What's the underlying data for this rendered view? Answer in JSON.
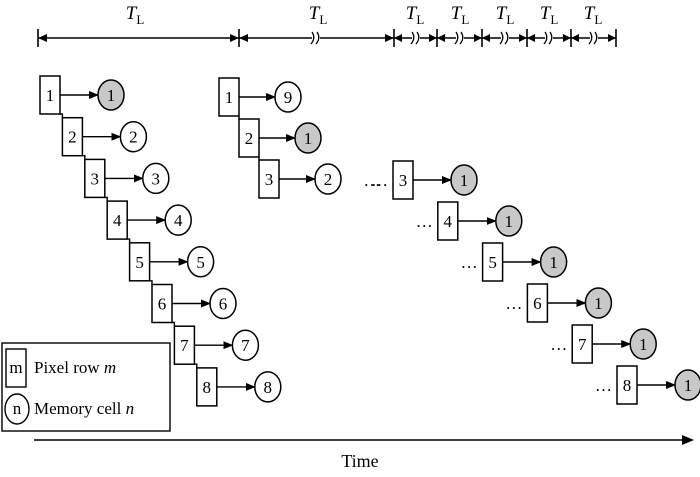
{
  "period_label": "T",
  "period_subscript": "L",
  "axis_label": "Time",
  "ellipsis": "…",
  "legend": {
    "pixel_symbol": "m",
    "pixel_text": "Pixel row",
    "pixel_var": "m",
    "memory_symbol": "n",
    "memory_text": "Memory cell",
    "memory_var": "n"
  },
  "colors": {
    "line": "#000000",
    "highlight_fill": "#c8c8c8",
    "plain_fill": "#ffffff"
  },
  "groups": [
    {
      "rows": [
        {
          "pixel": "1",
          "cell": "1",
          "highlight": true
        },
        {
          "pixel": "2",
          "cell": "2",
          "highlight": false
        },
        {
          "pixel": "3",
          "cell": "3",
          "highlight": false
        },
        {
          "pixel": "4",
          "cell": "4",
          "highlight": false
        },
        {
          "pixel": "5",
          "cell": "5",
          "highlight": false
        },
        {
          "pixel": "6",
          "cell": "6",
          "highlight": false
        },
        {
          "pixel": "7",
          "cell": "7",
          "highlight": false
        },
        {
          "pixel": "8",
          "cell": "8",
          "highlight": false
        }
      ]
    },
    {
      "rows": [
        {
          "pixel": "1",
          "cell": "9",
          "highlight": false
        },
        {
          "pixel": "2",
          "cell": "1",
          "highlight": true
        },
        {
          "pixel": "3",
          "cell": "2",
          "highlight": false
        }
      ]
    },
    {
      "rows": [
        {
          "pixel": "3",
          "cell": "1",
          "highlight": true
        },
        {
          "pixel": "4",
          "cell": "1",
          "highlight": true
        },
        {
          "pixel": "5",
          "cell": "1",
          "highlight": true
        },
        {
          "pixel": "6",
          "cell": "1",
          "highlight": true
        },
        {
          "pixel": "7",
          "cell": "1",
          "highlight": true
        },
        {
          "pixel": "8",
          "cell": "1",
          "highlight": true
        }
      ]
    }
  ]
}
